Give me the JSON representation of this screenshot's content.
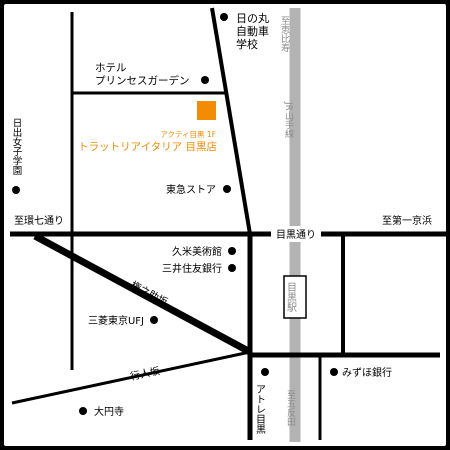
{
  "colors": {
    "frame": "#000000",
    "background": "#ffffff",
    "road": "#000000",
    "rail": "#b3b3b3",
    "rail_label": "#8c8c8c",
    "accent": "#f28c00"
  },
  "labels": {
    "hinomaru_line1": "日の丸",
    "hinomaru_line2": "自動車",
    "hinomaru_line3": "学校",
    "to_ebisu": "至恵比寿",
    "hotel_line1": "ホテル",
    "hotel_line2": "プリンセスガーデン",
    "jr_line": "JR山手線",
    "hinode_school": "日出女子学園",
    "building": "アクティ目黒 1F",
    "restaurant": "トラットリアイタリア 目黒店",
    "tokyu_store": "東急ストア",
    "to_kannana": "至環七通り",
    "meguro_dori": "目黒通り",
    "to_daiichi_keihin": "至第一京浜",
    "kume_museum": "久米美術館",
    "mitsui_bank": "三井住友銀行",
    "meguro_station": "目黒駅",
    "gonnosuke_zaka": "権之助坂",
    "mufj": "三菱東京UFJ",
    "mizuho": "みずほ銀行",
    "gyoninzaka": "行人坂",
    "atre_meguro": "アトレ目黒",
    "to_gotanda": "至五反田",
    "daienji": "大円寺"
  }
}
